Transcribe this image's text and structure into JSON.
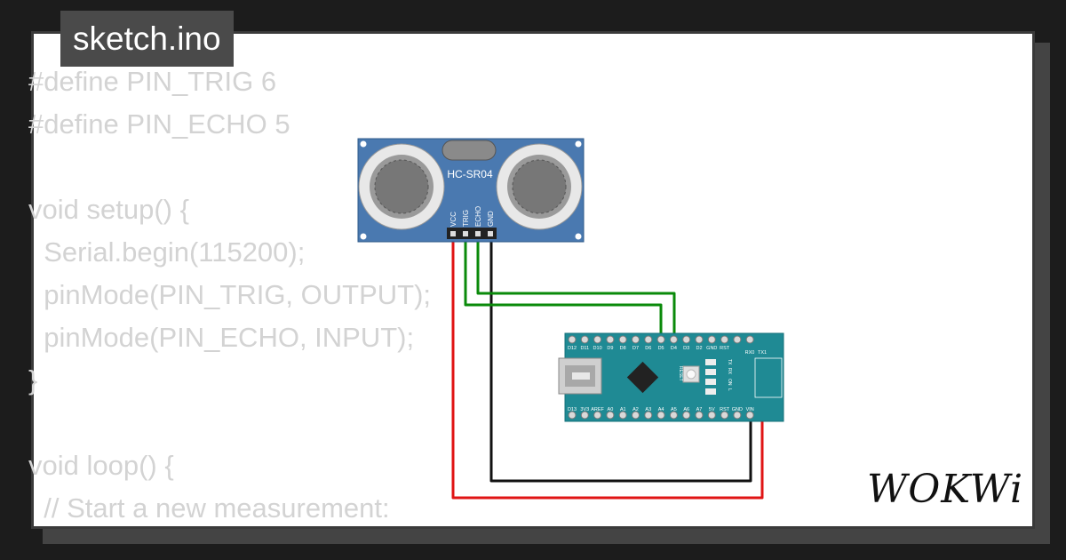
{
  "file_tab": {
    "label": "sketch.ino"
  },
  "code_lines": [
    "#define PIN_TRIG 6",
    "#define PIN_ECHO 5",
    "",
    "void setup() {",
    "  Serial.begin(115200);",
    "  pinMode(PIN_TRIG, OUTPUT);",
    "  pinMode(PIN_ECHO, INPUT);",
    "}",
    "",
    "void loop() {",
    "  // Start a new measurement:"
  ],
  "sensor": {
    "name": "HC-SR04",
    "pins": [
      "VCC",
      "TRIG",
      "ECHO",
      "GND"
    ]
  },
  "board": {
    "top_pins": [
      "D12",
      "D11",
      "D10",
      "D9",
      "D8",
      "D7",
      "D6",
      "D5",
      "D4",
      "D3",
      "D2",
      "GND",
      "RST",
      "RX0",
      "TX1"
    ],
    "bottom_pins": [
      "D13",
      "3V3",
      "AREF",
      "A0",
      "A1",
      "A2",
      "A3",
      "A4",
      "A5",
      "A6",
      "A7",
      "5V",
      "RST",
      "GND",
      "VIN"
    ],
    "reset_label": "RESET",
    "led_labels": [
      "TX",
      "RX",
      "ON",
      "L"
    ]
  },
  "colors": {
    "board": "#1f8a94",
    "sensor": "#4a79b0",
    "wire_green": "#0a8a0a",
    "wire_red": "#e01414",
    "wire_black": "#111111"
  },
  "branding": {
    "logo": "WOKWi"
  }
}
